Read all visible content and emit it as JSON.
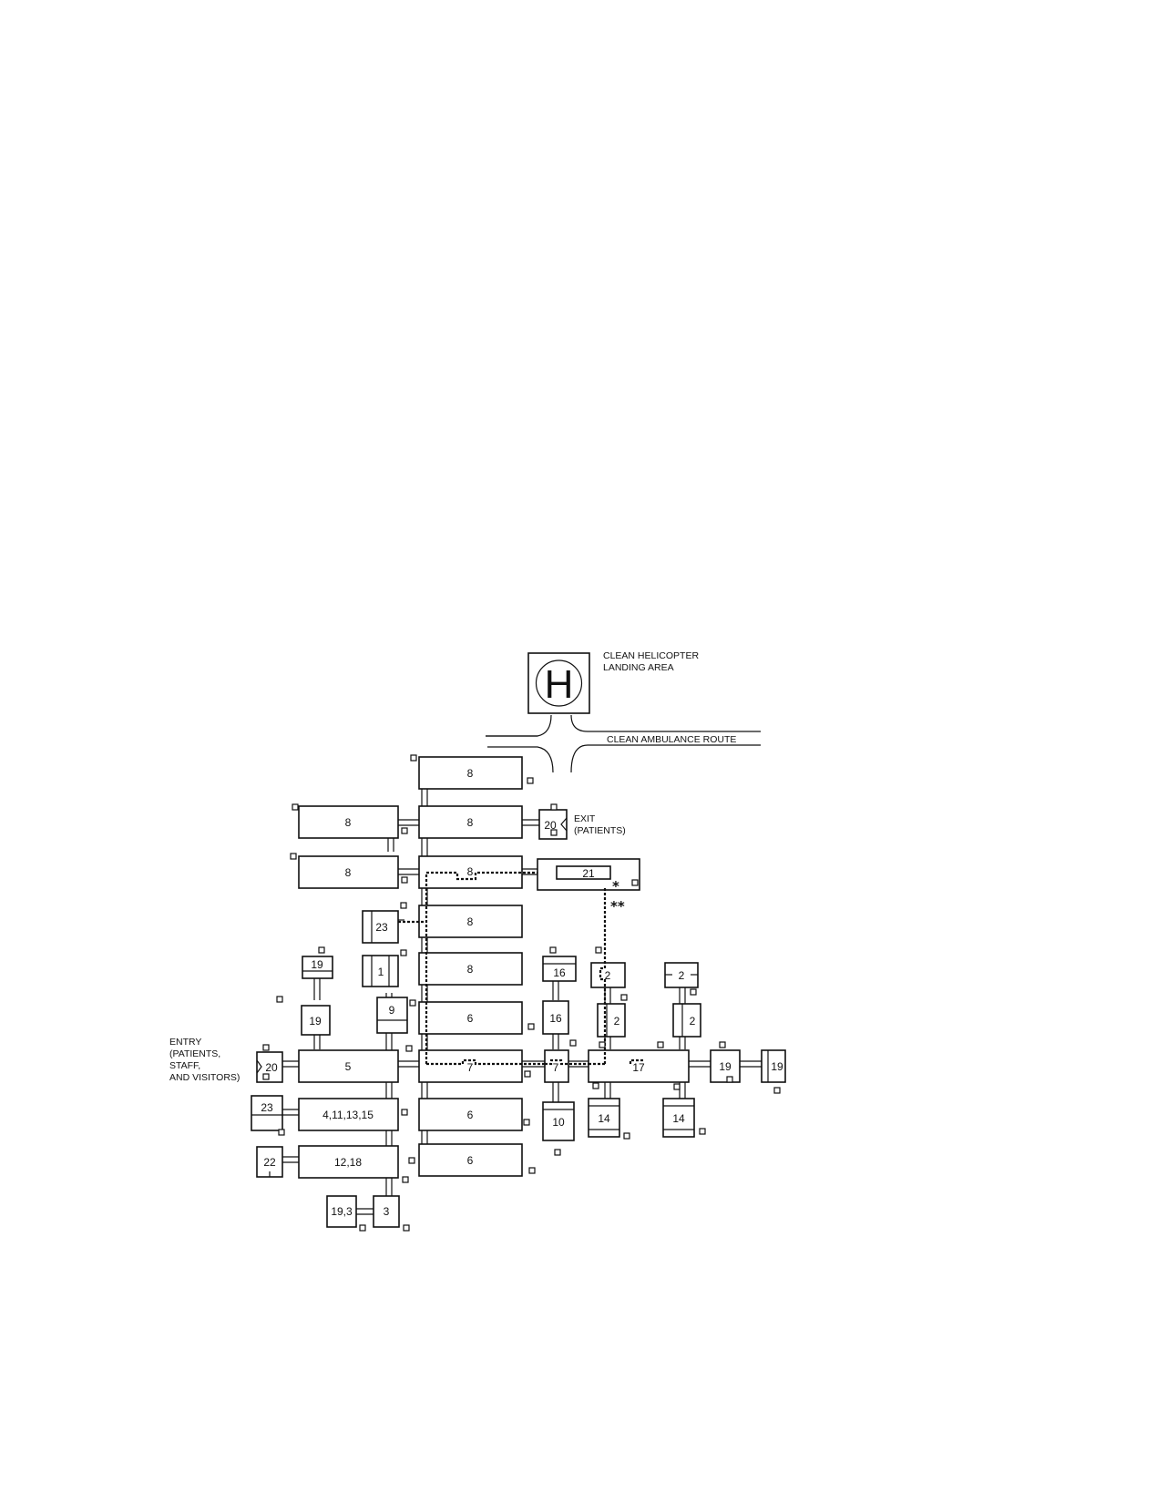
{
  "labels": {
    "helipad_line1": "CLEAN HELICOPTER",
    "helipad_line2": "LANDING AREA",
    "helipad_glyph": "H",
    "ambulance_route": "CLEAN AMBULANCE ROUTE",
    "exit_line1": "EXIT",
    "exit_line2": "(PATIENTS)",
    "entry_line1": "ENTRY",
    "entry_line2": "(PATIENTS,",
    "entry_line3": "STAFF,",
    "entry_line4": "AND VISITORS)",
    "single_star": "*",
    "double_star": "**"
  },
  "units": [
    {
      "id": "u8a",
      "label": "8"
    },
    {
      "id": "u8b",
      "label": "8"
    },
    {
      "id": "u8c",
      "label": "8"
    },
    {
      "id": "u8d",
      "label": "8"
    },
    {
      "id": "u8e",
      "label": "8"
    },
    {
      "id": "u8f",
      "label": "8"
    },
    {
      "id": "u8g",
      "label": "8"
    },
    {
      "id": "u20e",
      "label": "20"
    },
    {
      "id": "u21",
      "label": "21"
    },
    {
      "id": "u23a",
      "label": "23"
    },
    {
      "id": "u1",
      "label": "1"
    },
    {
      "id": "u19a",
      "label": "19"
    },
    {
      "id": "u19b",
      "label": "19"
    },
    {
      "id": "u9",
      "label": "9"
    },
    {
      "id": "u6a",
      "label": "6"
    },
    {
      "id": "u16a",
      "label": "16"
    },
    {
      "id": "u16b",
      "label": "16"
    },
    {
      "id": "u2a",
      "label": "2"
    },
    {
      "id": "u2b",
      "label": "2"
    },
    {
      "id": "u2c",
      "label": "2"
    },
    {
      "id": "u2d",
      "label": "2"
    },
    {
      "id": "u20n",
      "label": "20"
    },
    {
      "id": "u5",
      "label": "5"
    },
    {
      "id": "u7a",
      "label": "7"
    },
    {
      "id": "u7b",
      "label": "7"
    },
    {
      "id": "u17",
      "label": "17"
    },
    {
      "id": "u19c",
      "label": "19"
    },
    {
      "id": "u19d",
      "label": "19"
    },
    {
      "id": "u23b",
      "label": "23"
    },
    {
      "id": "u41",
      "label": "4,11,13,15"
    },
    {
      "id": "u6b",
      "label": "6"
    },
    {
      "id": "u10",
      "label": "10"
    },
    {
      "id": "u14a",
      "label": "14"
    },
    {
      "id": "u14b",
      "label": "14"
    },
    {
      "id": "u22",
      "label": "22"
    },
    {
      "id": "u1218",
      "label": "12,18"
    },
    {
      "id": "u6c",
      "label": "6"
    },
    {
      "id": "u193",
      "label": "19,3"
    },
    {
      "id": "u3",
      "label": "3"
    }
  ]
}
